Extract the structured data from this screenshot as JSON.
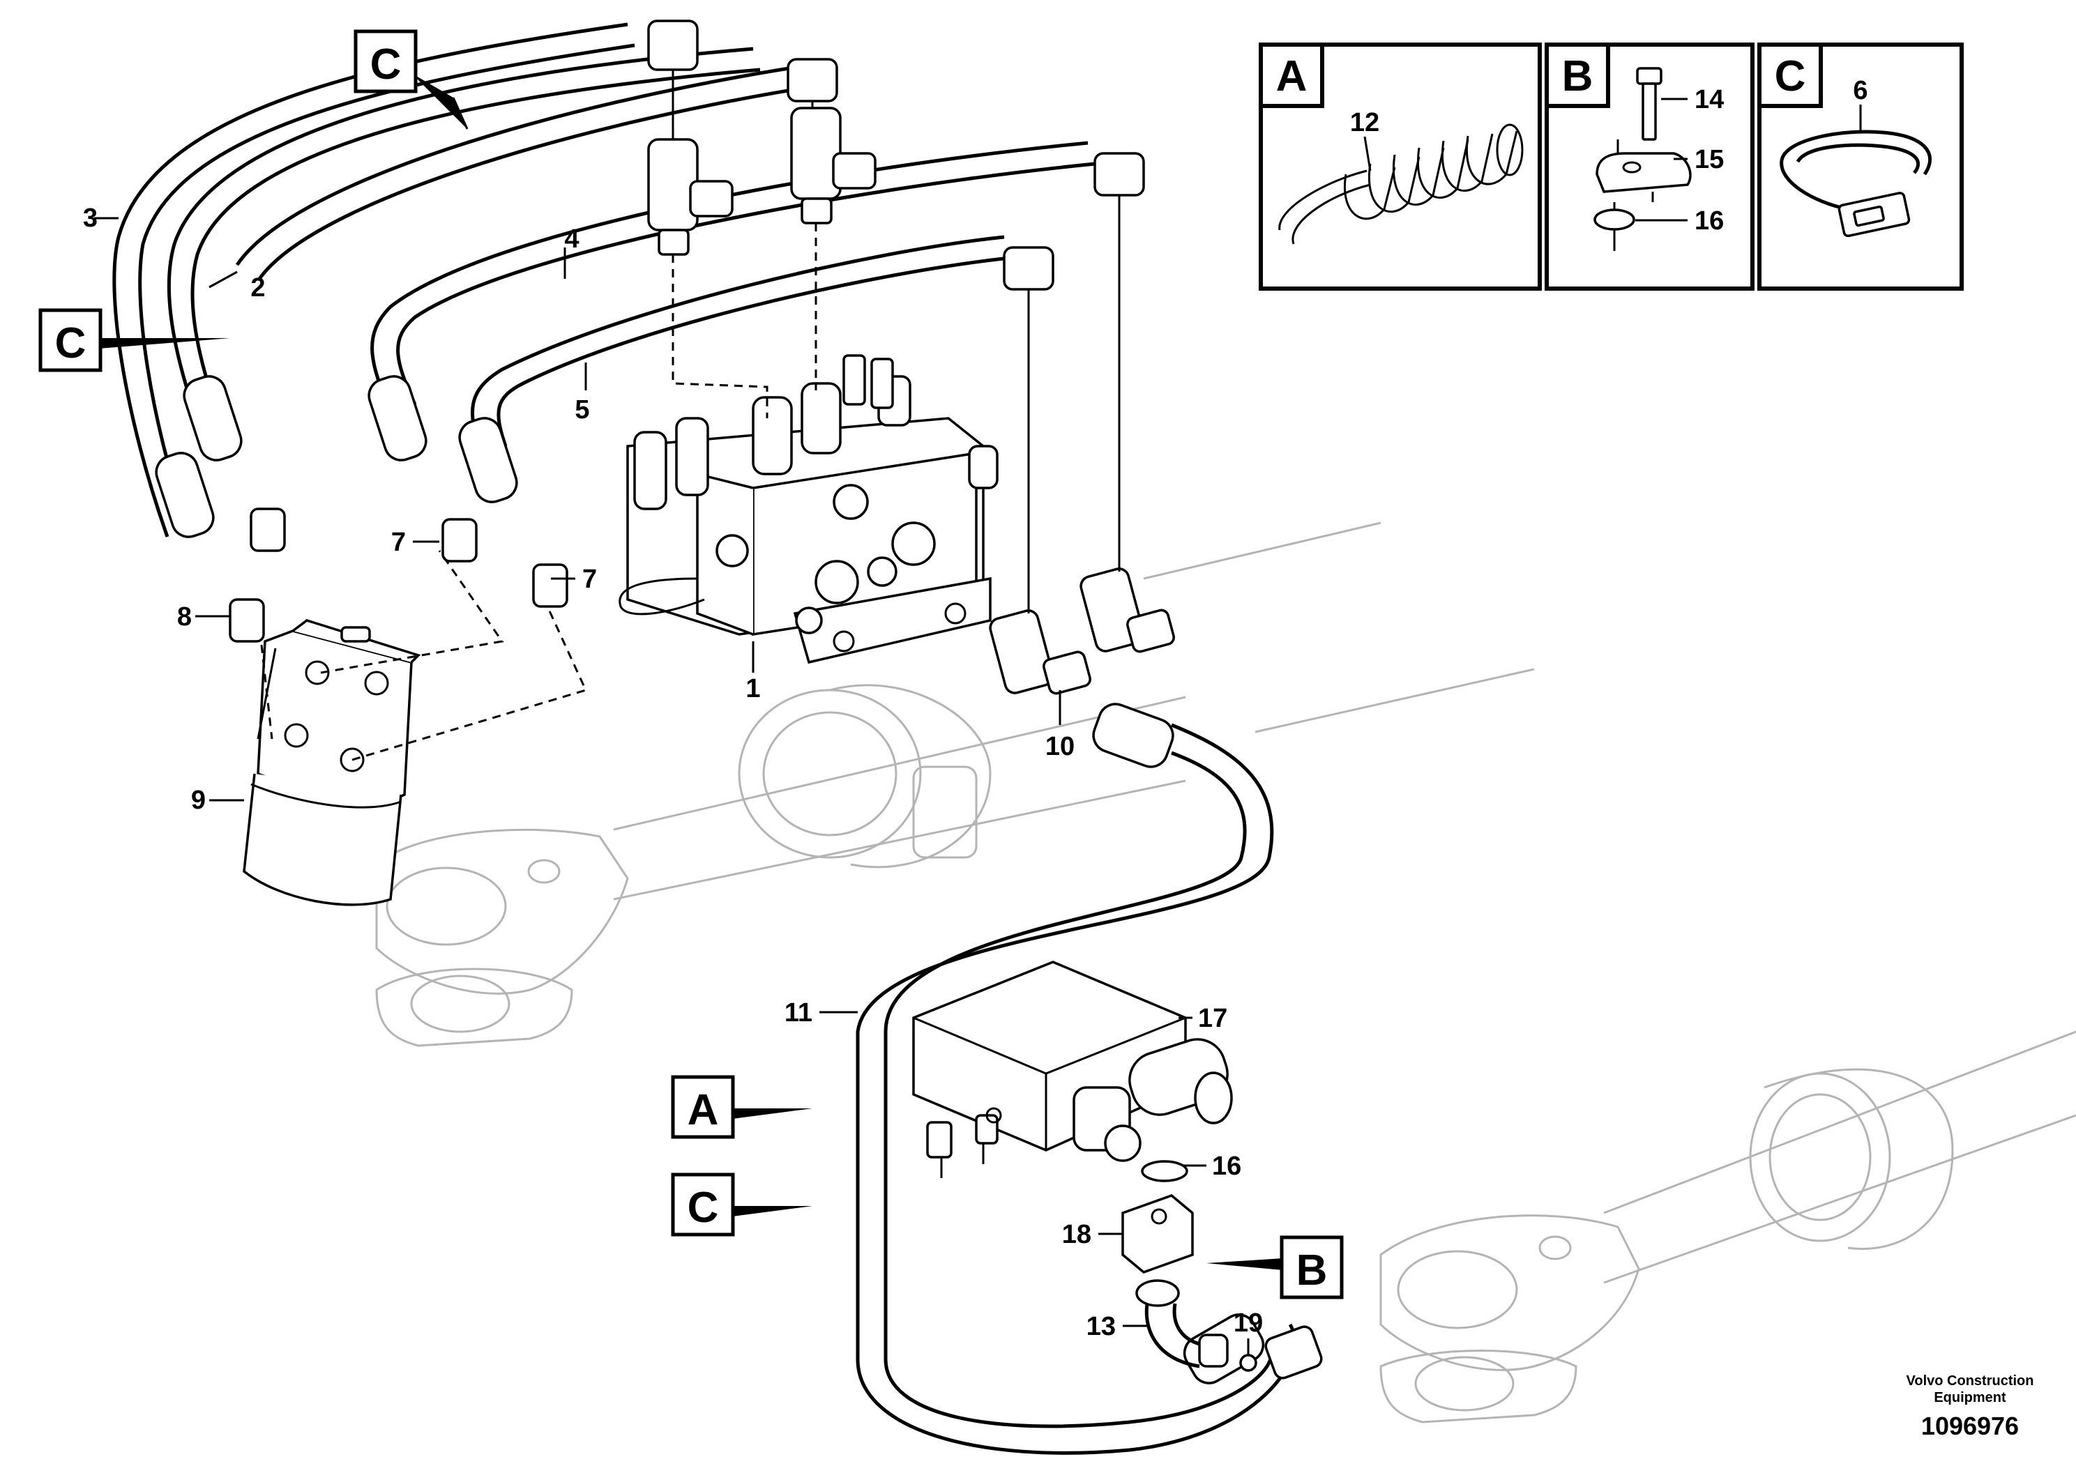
{
  "callouts": {
    "c1": "1",
    "c2": "2",
    "c3": "3",
    "c4": "4",
    "c5": "5",
    "c6": "6",
    "c7a": "7",
    "c7b": "7",
    "c8": "8",
    "c9": "9",
    "c10": "10",
    "c11": "11",
    "c12": "12",
    "c13": "13",
    "c14": "14",
    "c15": "15",
    "c16a": "16",
    "c16b": "16",
    "c17": "17",
    "c18": "18",
    "c19": "19"
  },
  "detail_refs": {
    "c_top": "C",
    "c_left": "C",
    "a_mid": "A",
    "c_mid": "C",
    "b_mid": "B"
  },
  "inset_boxes": {
    "a": "A",
    "b": "B",
    "c": "C"
  },
  "footer": {
    "company_line1": "Volvo Construction",
    "company_line2": "Equipment",
    "figure_number": "1096976"
  }
}
